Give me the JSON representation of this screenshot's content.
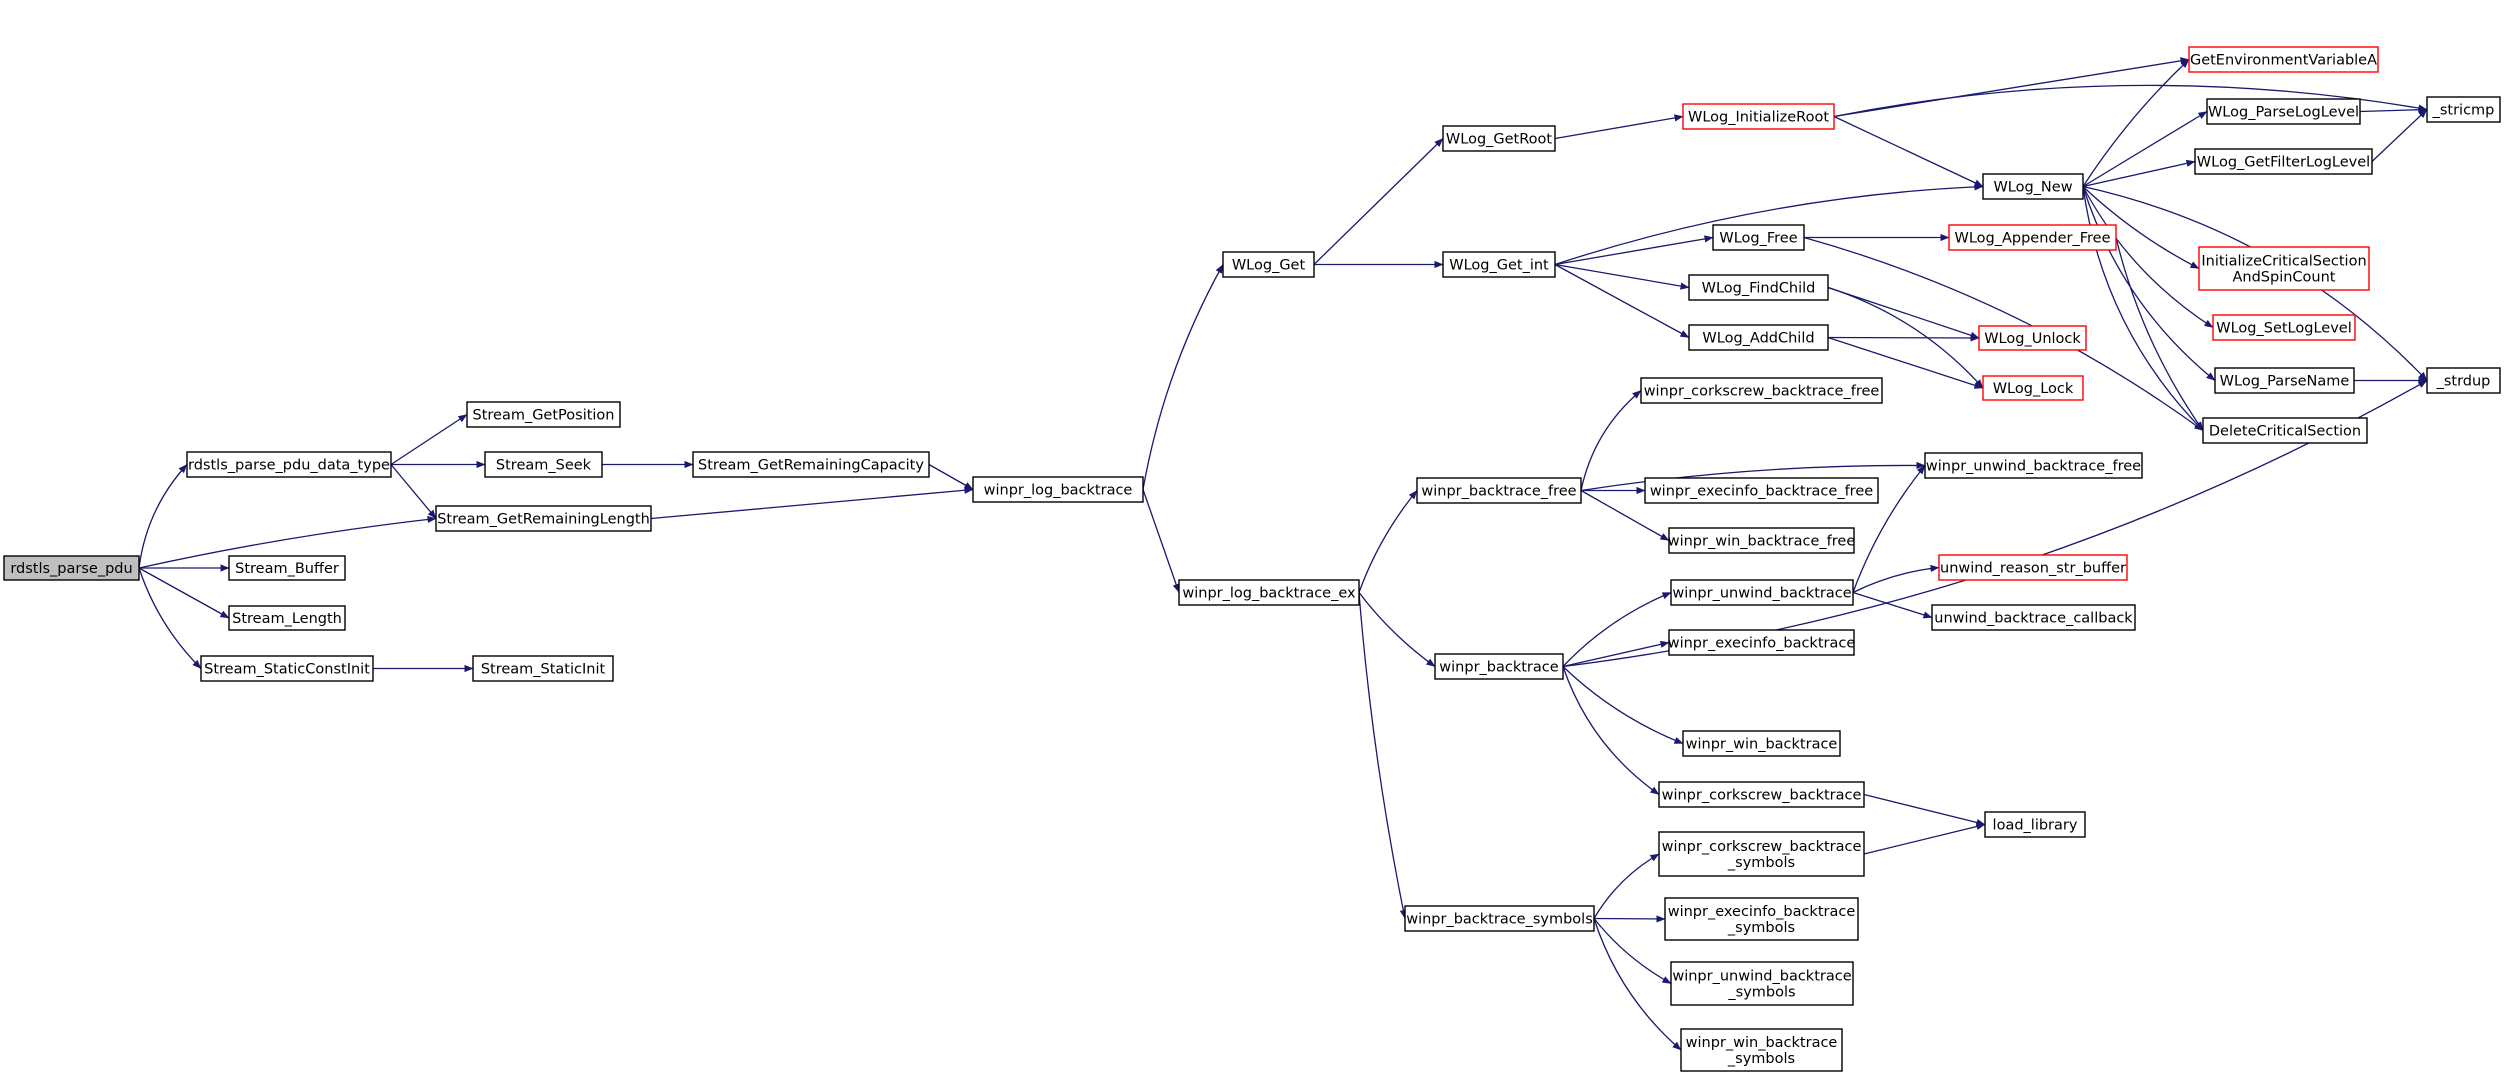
{
  "colors": {
    "edge": "#191970",
    "box_border": "#000000",
    "truncated_border": "#ff0000",
    "root_fill": "#bfbfbf",
    "node_fill": "#ffffff"
  },
  "nodes": [
    {
      "id": "rdstls_parse_pdu",
      "lines": [
        "rdstls_parse_pdu"
      ],
      "root": true
    },
    {
      "id": "rdstls_parse_pdu_data_type",
      "lines": [
        "rdstls_parse_pdu_data_type"
      ]
    },
    {
      "id": "Stream_GetRemainingLength",
      "lines": [
        "Stream_GetRemainingLength"
      ]
    },
    {
      "id": "Stream_Buffer",
      "lines": [
        "Stream_Buffer"
      ]
    },
    {
      "id": "Stream_Length",
      "lines": [
        "Stream_Length"
      ]
    },
    {
      "id": "Stream_StaticConstInit",
      "lines": [
        "Stream_StaticConstInit"
      ]
    },
    {
      "id": "Stream_GetPosition",
      "lines": [
        "Stream_GetPosition"
      ]
    },
    {
      "id": "Stream_Seek",
      "lines": [
        "Stream_Seek"
      ]
    },
    {
      "id": "Stream_GetRemainingCapacity",
      "lines": [
        "Stream_GetRemainingCapacity"
      ]
    },
    {
      "id": "Stream_StaticInit",
      "lines": [
        "Stream_StaticInit"
      ]
    },
    {
      "id": "winpr_log_backtrace",
      "lines": [
        "winpr_log_backtrace"
      ]
    },
    {
      "id": "WLog_Get",
      "lines": [
        "WLog_Get"
      ]
    },
    {
      "id": "winpr_log_backtrace_ex",
      "lines": [
        "winpr_log_backtrace_ex"
      ]
    },
    {
      "id": "WLog_GetRoot",
      "lines": [
        "WLog_GetRoot"
      ]
    },
    {
      "id": "WLog_Get_int",
      "lines": [
        "WLog_Get_int"
      ]
    },
    {
      "id": "WLog_InitializeRoot",
      "lines": [
        "WLog_InitializeRoot"
      ],
      "truncated": true
    },
    {
      "id": "WLog_Free",
      "lines": [
        "WLog_Free"
      ]
    },
    {
      "id": "WLog_FindChild",
      "lines": [
        "WLog_FindChild"
      ]
    },
    {
      "id": "WLog_AddChild",
      "lines": [
        "WLog_AddChild"
      ]
    },
    {
      "id": "WLog_Appender_Free",
      "lines": [
        "WLog_Appender_Free"
      ],
      "truncated": true
    },
    {
      "id": "WLog_Unlock",
      "lines": [
        "WLog_Unlock"
      ],
      "truncated": true
    },
    {
      "id": "WLog_Lock",
      "lines": [
        "WLog_Lock"
      ],
      "truncated": true
    },
    {
      "id": "WLog_New",
      "lines": [
        "WLog_New"
      ]
    },
    {
      "id": "GetEnvironmentVariableA",
      "lines": [
        "GetEnvironmentVariableA"
      ],
      "truncated": true
    },
    {
      "id": "WLog_ParseLogLevel",
      "lines": [
        "WLog_ParseLogLevel"
      ]
    },
    {
      "id": "WLog_GetFilterLogLevel",
      "lines": [
        "WLog_GetFilterLogLevel"
      ]
    },
    {
      "id": "InitializeCriticalSectionAndSpinCount",
      "lines": [
        "InitializeCriticalSection",
        "AndSpinCount"
      ],
      "truncated": true
    },
    {
      "id": "WLog_SetLogLevel",
      "lines": [
        "WLog_SetLogLevel"
      ],
      "truncated": true
    },
    {
      "id": "WLog_ParseName",
      "lines": [
        "WLog_ParseName"
      ]
    },
    {
      "id": "DeleteCriticalSection",
      "lines": [
        "DeleteCriticalSection"
      ]
    },
    {
      "id": "_stricmp",
      "lines": [
        "_stricmp"
      ]
    },
    {
      "id": "_strdup",
      "lines": [
        "_strdup"
      ]
    },
    {
      "id": "winpr_backtrace_free",
      "lines": [
        "winpr_backtrace_free"
      ]
    },
    {
      "id": "winpr_corkscrew_backtrace_free",
      "lines": [
        "winpr_corkscrew_backtrace_free"
      ]
    },
    {
      "id": "winpr_unwind_backtrace_free",
      "lines": [
        "winpr_unwind_backtrace_free"
      ]
    },
    {
      "id": "winpr_execinfo_backtrace_free",
      "lines": [
        "winpr_execinfo_backtrace_free"
      ]
    },
    {
      "id": "winpr_win_backtrace_free",
      "lines": [
        "winpr_win_backtrace_free"
      ]
    },
    {
      "id": "winpr_backtrace",
      "lines": [
        "winpr_backtrace"
      ]
    },
    {
      "id": "winpr_unwind_backtrace",
      "lines": [
        "winpr_unwind_backtrace"
      ]
    },
    {
      "id": "unwind_reason_str_buffer",
      "lines": [
        "unwind_reason_str_buffer"
      ],
      "truncated": true
    },
    {
      "id": "unwind_backtrace_callback",
      "lines": [
        "unwind_backtrace_callback"
      ]
    },
    {
      "id": "winpr_execinfo_backtrace",
      "lines": [
        "winpr_execinfo_backtrace"
      ]
    },
    {
      "id": "winpr_win_backtrace",
      "lines": [
        "winpr_win_backtrace"
      ]
    },
    {
      "id": "winpr_corkscrew_backtrace",
      "lines": [
        "winpr_corkscrew_backtrace"
      ]
    },
    {
      "id": "load_library",
      "lines": [
        "load_library"
      ]
    },
    {
      "id": "winpr_backtrace_symbols",
      "lines": [
        "winpr_backtrace_symbols"
      ]
    },
    {
      "id": "winpr_corkscrew_backtrace_symbols",
      "lines": [
        "winpr_corkscrew_backtrace",
        "_symbols"
      ]
    },
    {
      "id": "winpr_execinfo_backtrace_symbols",
      "lines": [
        "winpr_execinfo_backtrace",
        "_symbols"
      ]
    },
    {
      "id": "winpr_unwind_backtrace_symbols",
      "lines": [
        "winpr_unwind_backtrace",
        "_symbols"
      ]
    },
    {
      "id": "winpr_win_backtrace_symbols",
      "lines": [
        "winpr_win_backtrace",
        "_symbols"
      ]
    }
  ],
  "edges": [
    [
      "rdstls_parse_pdu",
      "rdstls_parse_pdu_data_type"
    ],
    [
      "rdstls_parse_pdu",
      "Stream_GetRemainingLength"
    ],
    [
      "rdstls_parse_pdu",
      "Stream_Buffer"
    ],
    [
      "rdstls_parse_pdu",
      "Stream_Length"
    ],
    [
      "rdstls_parse_pdu",
      "Stream_StaticConstInit"
    ],
    [
      "rdstls_parse_pdu_data_type",
      "Stream_GetPosition"
    ],
    [
      "rdstls_parse_pdu_data_type",
      "Stream_Seek"
    ],
    [
      "rdstls_parse_pdu_data_type",
      "Stream_GetRemainingLength"
    ],
    [
      "Stream_Seek",
      "Stream_GetRemainingCapacity"
    ],
    [
      "Stream_GetRemainingCapacity",
      "winpr_log_backtrace"
    ],
    [
      "Stream_GetRemainingLength",
      "winpr_log_backtrace"
    ],
    [
      "Stream_StaticConstInit",
      "Stream_StaticInit"
    ],
    [
      "winpr_log_backtrace",
      "WLog_Get"
    ],
    [
      "winpr_log_backtrace",
      "winpr_log_backtrace_ex"
    ],
    [
      "WLog_Get",
      "WLog_GetRoot"
    ],
    [
      "WLog_Get",
      "WLog_Get_int"
    ],
    [
      "WLog_GetRoot",
      "WLog_InitializeRoot"
    ],
    [
      "WLog_InitializeRoot",
      "_stricmp"
    ],
    [
      "WLog_InitializeRoot",
      "GetEnvironmentVariableA"
    ],
    [
      "WLog_InitializeRoot",
      "WLog_New"
    ],
    [
      "WLog_Get_int",
      "WLog_New"
    ],
    [
      "WLog_Get_int",
      "WLog_Free"
    ],
    [
      "WLog_Get_int",
      "WLog_FindChild"
    ],
    [
      "WLog_Get_int",
      "WLog_AddChild"
    ],
    [
      "WLog_Free",
      "WLog_Appender_Free"
    ],
    [
      "WLog_Free",
      "DeleteCriticalSection"
    ],
    [
      "WLog_FindChild",
      "WLog_Unlock"
    ],
    [
      "WLog_FindChild",
      "WLog_Lock"
    ],
    [
      "WLog_AddChild",
      "WLog_Unlock"
    ],
    [
      "WLog_AddChild",
      "WLog_Lock"
    ],
    [
      "WLog_Appender_Free",
      "DeleteCriticalSection"
    ],
    [
      "WLog_New",
      "GetEnvironmentVariableA"
    ],
    [
      "WLog_New",
      "WLog_ParseLogLevel"
    ],
    [
      "WLog_New",
      "WLog_GetFilterLogLevel"
    ],
    [
      "WLog_New",
      "InitializeCriticalSectionAndSpinCount"
    ],
    [
      "WLog_New",
      "WLog_SetLogLevel"
    ],
    [
      "WLog_New",
      "WLog_ParseName"
    ],
    [
      "WLog_New",
      "DeleteCriticalSection"
    ],
    [
      "WLog_New",
      "_strdup"
    ],
    [
      "WLog_ParseLogLevel",
      "_stricmp"
    ],
    [
      "WLog_GetFilterLogLevel",
      "_stricmp"
    ],
    [
      "WLog_ParseName",
      "_strdup"
    ],
    [
      "winpr_log_backtrace_ex",
      "winpr_backtrace_free"
    ],
    [
      "winpr_log_backtrace_ex",
      "winpr_backtrace"
    ],
    [
      "winpr_log_backtrace_ex",
      "winpr_backtrace_symbols"
    ],
    [
      "winpr_backtrace_free",
      "winpr_corkscrew_backtrace_free"
    ],
    [
      "winpr_backtrace_free",
      "winpr_unwind_backtrace_free"
    ],
    [
      "winpr_backtrace_free",
      "winpr_execinfo_backtrace_free"
    ],
    [
      "winpr_backtrace_free",
      "winpr_win_backtrace_free"
    ],
    [
      "winpr_backtrace",
      "winpr_unwind_backtrace"
    ],
    [
      "winpr_backtrace",
      "winpr_execinfo_backtrace"
    ],
    [
      "winpr_backtrace",
      "_strdup"
    ],
    [
      "winpr_backtrace",
      "winpr_win_backtrace"
    ],
    [
      "winpr_backtrace",
      "winpr_corkscrew_backtrace"
    ],
    [
      "winpr_unwind_backtrace",
      "winpr_unwind_backtrace_free"
    ],
    [
      "winpr_unwind_backtrace",
      "unwind_reason_str_buffer"
    ],
    [
      "winpr_unwind_backtrace",
      "unwind_backtrace_callback"
    ],
    [
      "winpr_corkscrew_backtrace",
      "load_library"
    ],
    [
      "winpr_corkscrew_backtrace_symbols",
      "load_library"
    ],
    [
      "winpr_backtrace_symbols",
      "winpr_corkscrew_backtrace_symbols"
    ],
    [
      "winpr_backtrace_symbols",
      "winpr_execinfo_backtrace_symbols"
    ],
    [
      "winpr_backtrace_symbols",
      "winpr_unwind_backtrace_symbols"
    ],
    [
      "winpr_backtrace_symbols",
      "winpr_win_backtrace_symbols"
    ]
  ]
}
